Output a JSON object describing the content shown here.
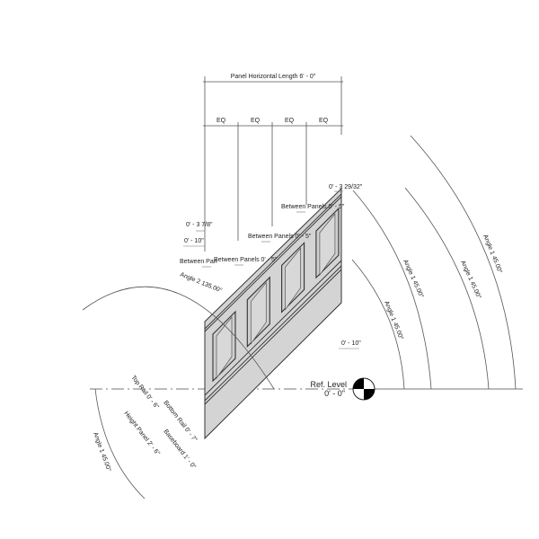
{
  "dimensions": {
    "panel_length": "Panel Horizontal Length 6' - 0\"",
    "eq": [
      "EQ",
      "EQ",
      "EQ",
      "EQ"
    ],
    "offset_top": "0' - 3 7/8\"",
    "offset_left": "0' - 10\"",
    "between_partial": "Between Pan",
    "between_1": "Between Panels 0' - 5\"",
    "between_2": "Between Panels 0' - 5\"",
    "between_3": "Between Panels 0' - 5\"",
    "offset_right": "0' - 3 29/32\"",
    "offset_right_low": "0' - 10\"",
    "top_rail": "Top Rail 0' - 6\"",
    "bottom_rail": "Bottom Rail 0' - 7\"",
    "height_panel": "Height Panel 2' - 6\"",
    "baseboard": "Baseboard 1' - 0\""
  },
  "angles": {
    "angle2": "Angle 2 135.00°",
    "angle1_left": "Angle 1 45.00°",
    "angle1_r1": "Angle 1 45.00°",
    "angle1_r2": "Angle 1 45.00°",
    "angle1_r3": "Angle 1 45.00°",
    "angle1_r4": "Angle 1 45.00°"
  },
  "level": {
    "name": "Ref. Level",
    "elevation": "0' - 0\""
  },
  "panel_count": 4
}
